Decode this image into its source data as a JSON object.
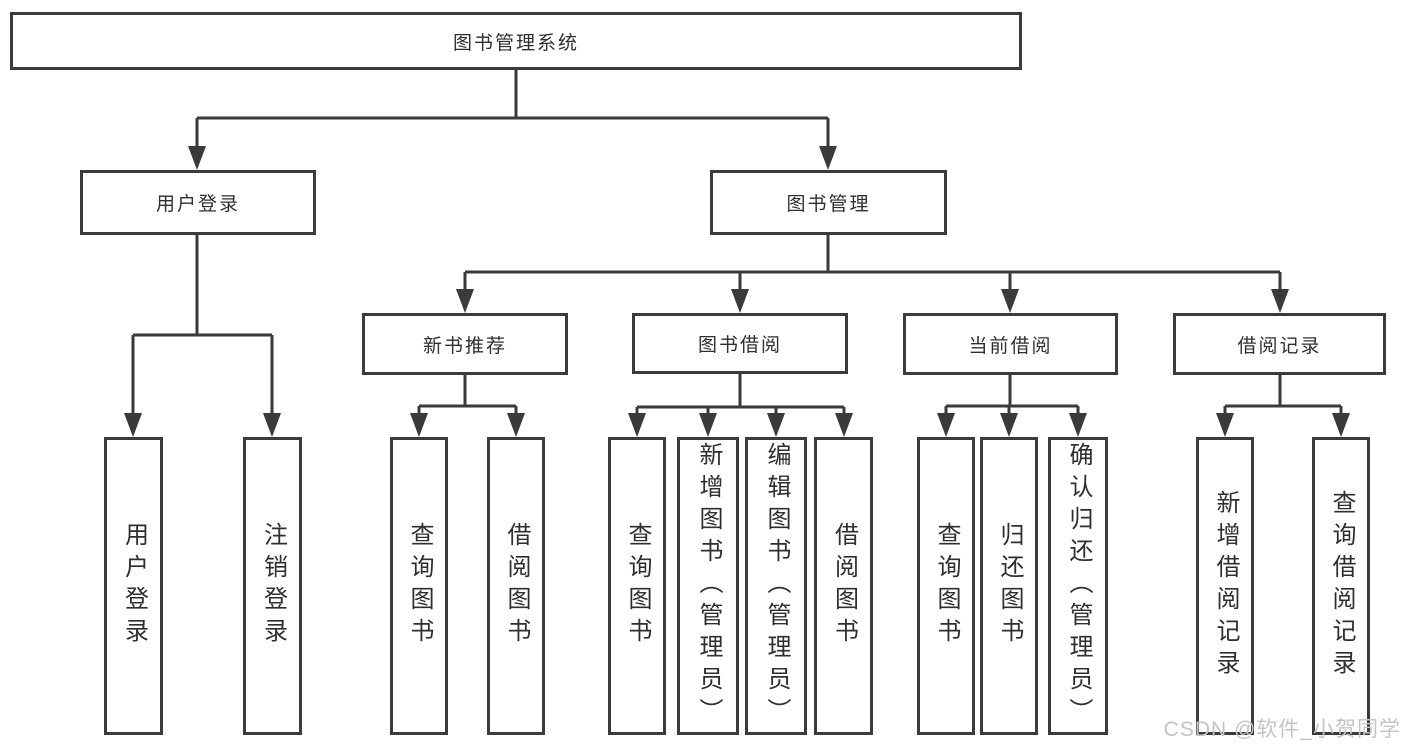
{
  "diagram": {
    "type": "hierarchy-tree",
    "colors": {
      "line": "#3a3a3a",
      "box_border": "#3b3b3b",
      "text": "#2f2f2f",
      "background": "#ffffff",
      "watermark": "#c4c4c4"
    },
    "tree": {
      "label": "图书管理系统",
      "children": [
        {
          "label": "用户登录",
          "children": [
            {
              "label": "用户登录"
            },
            {
              "label": "注销登录"
            }
          ]
        },
        {
          "label": "图书管理",
          "children": [
            {
              "label": "新书推荐",
              "children": [
                {
                  "label": "查询图书"
                },
                {
                  "label": "借阅图书"
                }
              ]
            },
            {
              "label": "图书借阅",
              "children": [
                {
                  "label": "查询图书"
                },
                {
                  "label": "新增图书（管理员）"
                },
                {
                  "label": "编辑图书（管理员）"
                },
                {
                  "label": "借阅图书"
                }
              ]
            },
            {
              "label": "当前借阅",
              "children": [
                {
                  "label": "查询图书"
                },
                {
                  "label": "归还图书"
                },
                {
                  "label": "确认归还（管理员）"
                }
              ]
            },
            {
              "label": "借阅记录",
              "children": [
                {
                  "label": "新增借阅记录"
                },
                {
                  "label": "查询借阅记录"
                }
              ]
            }
          ]
        }
      ]
    }
  },
  "watermark": "CSDN @软件_小贺同学"
}
